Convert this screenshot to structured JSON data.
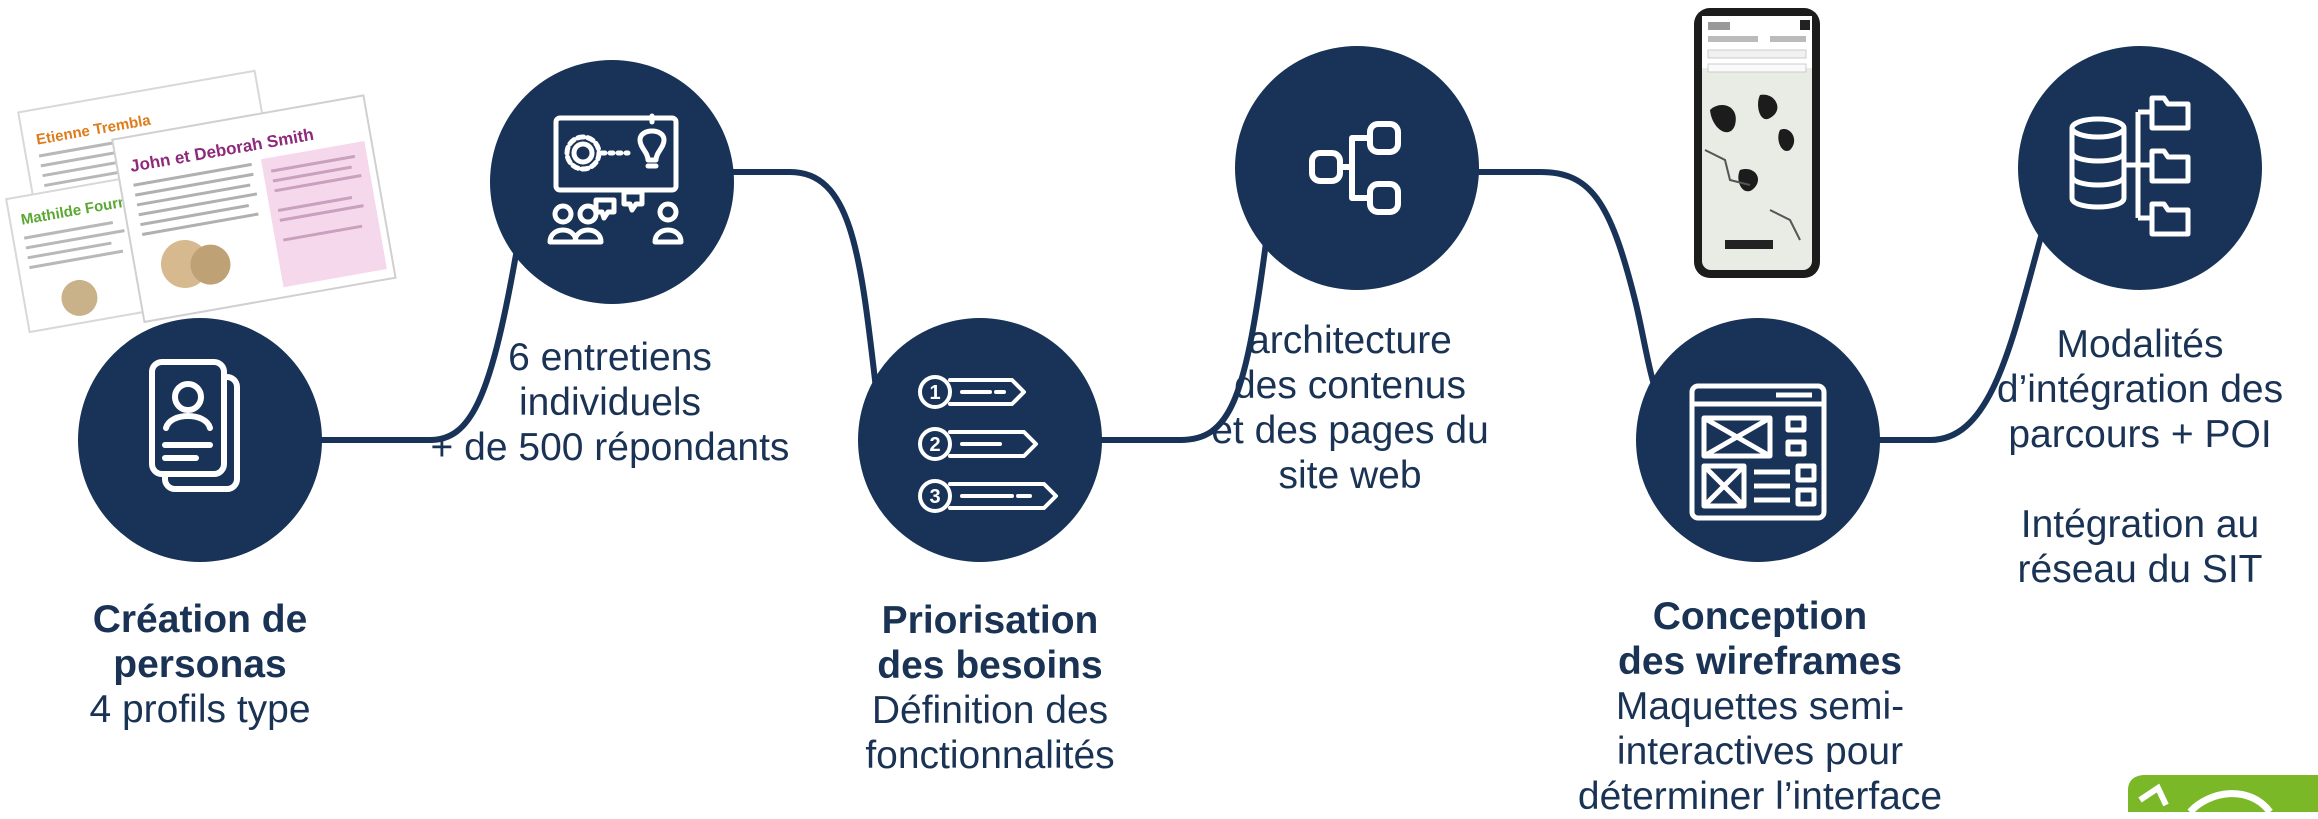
{
  "steps": [
    {
      "title": "Création de personas",
      "title_lines": [
        "Création de",
        "personas"
      ],
      "sub_lines": [
        "4 profils type"
      ]
    },
    {
      "lines": [
        "6 entretiens",
        "individuels",
        "+ de 500 répondants"
      ]
    },
    {
      "title_lines": [
        "Priorisation",
        "des besoins"
      ],
      "sub_lines": [
        "Définition des",
        "fonctionnalités"
      ]
    },
    {
      "lines": [
        "architecture",
        "des contenus",
        "et des pages du",
        "site web"
      ]
    },
    {
      "title_lines": [
        "Conception",
        "des wireframes"
      ],
      "sub_lines": [
        "Maquettes semi-",
        "interactives  pour",
        "déterminer l’interface"
      ]
    },
    {
      "lines_a": [
        "Modalités",
        "d’intégration des",
        "parcours + POI"
      ],
      "lines_b": [
        "Intégration au",
        "réseau du SIT"
      ]
    }
  ],
  "persona_cards": {
    "card1_name": "Etienne Trembla",
    "card2_name": "Mathilde Fourn",
    "card3_name": "John et Deborah Smith"
  },
  "icons": [
    "persona-card-icon",
    "workshop-icon",
    "priority-list-icon",
    "sitemap-icon",
    "wireframe-icon",
    "database-folders-icon"
  ],
  "colors": {
    "navy": "#183357",
    "accent_orange": "#e07b1a",
    "accent_green": "#5aa832",
    "accent_purple": "#8e2a7c",
    "logo_green": "#7ab827"
  }
}
